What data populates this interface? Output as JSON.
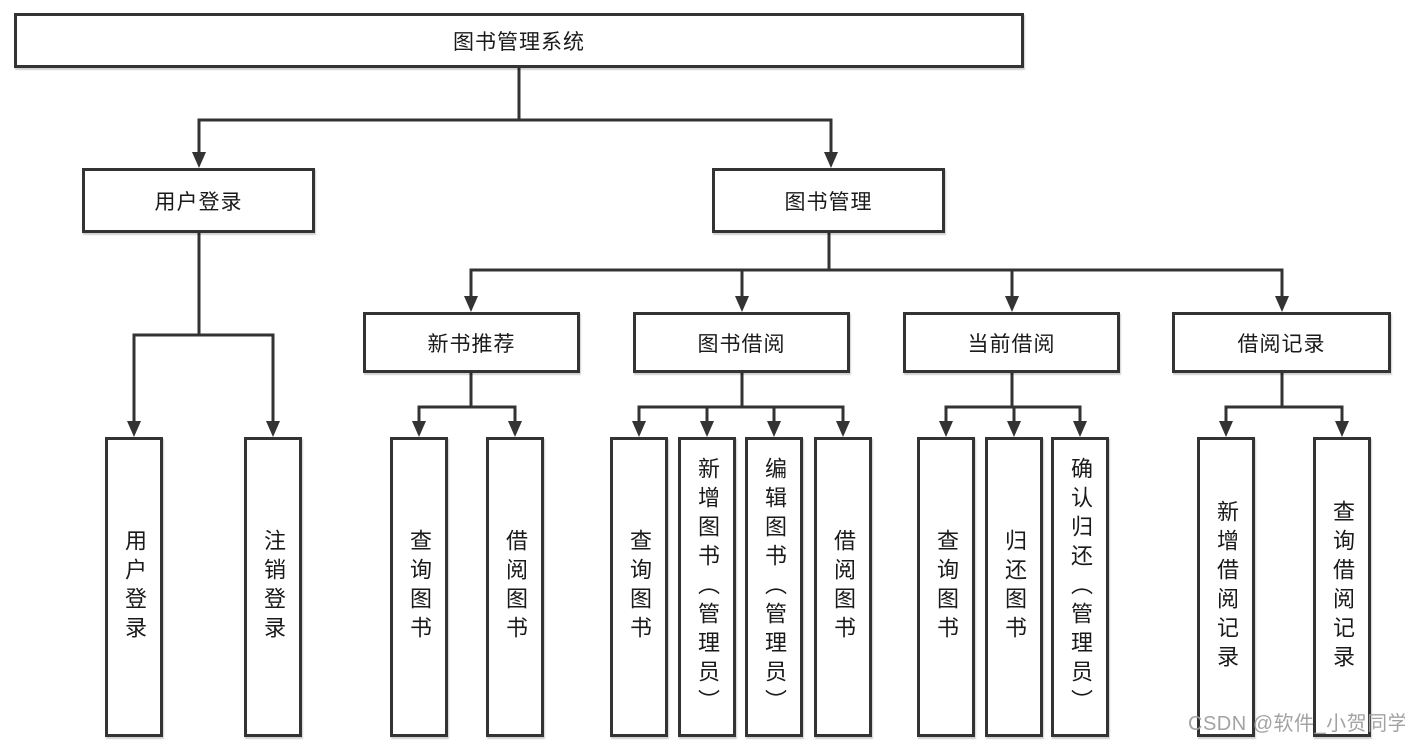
{
  "tree": {
    "label": "图书管理系统",
    "children": [
      {
        "label": "用户登录",
        "children": [
          {
            "label": "用户登录"
          },
          {
            "label": "注销登录"
          }
        ]
      },
      {
        "label": "图书管理",
        "children": [
          {
            "label": "新书推荐",
            "children": [
              {
                "label": "查询图书"
              },
              {
                "label": "借阅图书"
              }
            ]
          },
          {
            "label": "图书借阅",
            "children": [
              {
                "label": "查询图书"
              },
              {
                "label": "新增图书（管理员）"
              },
              {
                "label": "编辑图书（管理员）"
              },
              {
                "label": "借阅图书"
              }
            ]
          },
          {
            "label": "当前借阅",
            "children": [
              {
                "label": "查询图书"
              },
              {
                "label": "归还图书"
              },
              {
                "label": "确认归还（管理员）"
              }
            ]
          },
          {
            "label": "借阅记录",
            "children": [
              {
                "label": "新增借阅记录"
              },
              {
                "label": "查询借阅记录"
              }
            ]
          }
        ]
      }
    ]
  },
  "watermark": {
    "text": "CSDN @软件_小贺同学"
  },
  "colors": {
    "line": "#333333",
    "box_border": "#333333",
    "box_fill": "#ffffff",
    "text": "#1a1a1a",
    "watermark": "#9e9e9e",
    "background": "#ffffff"
  }
}
